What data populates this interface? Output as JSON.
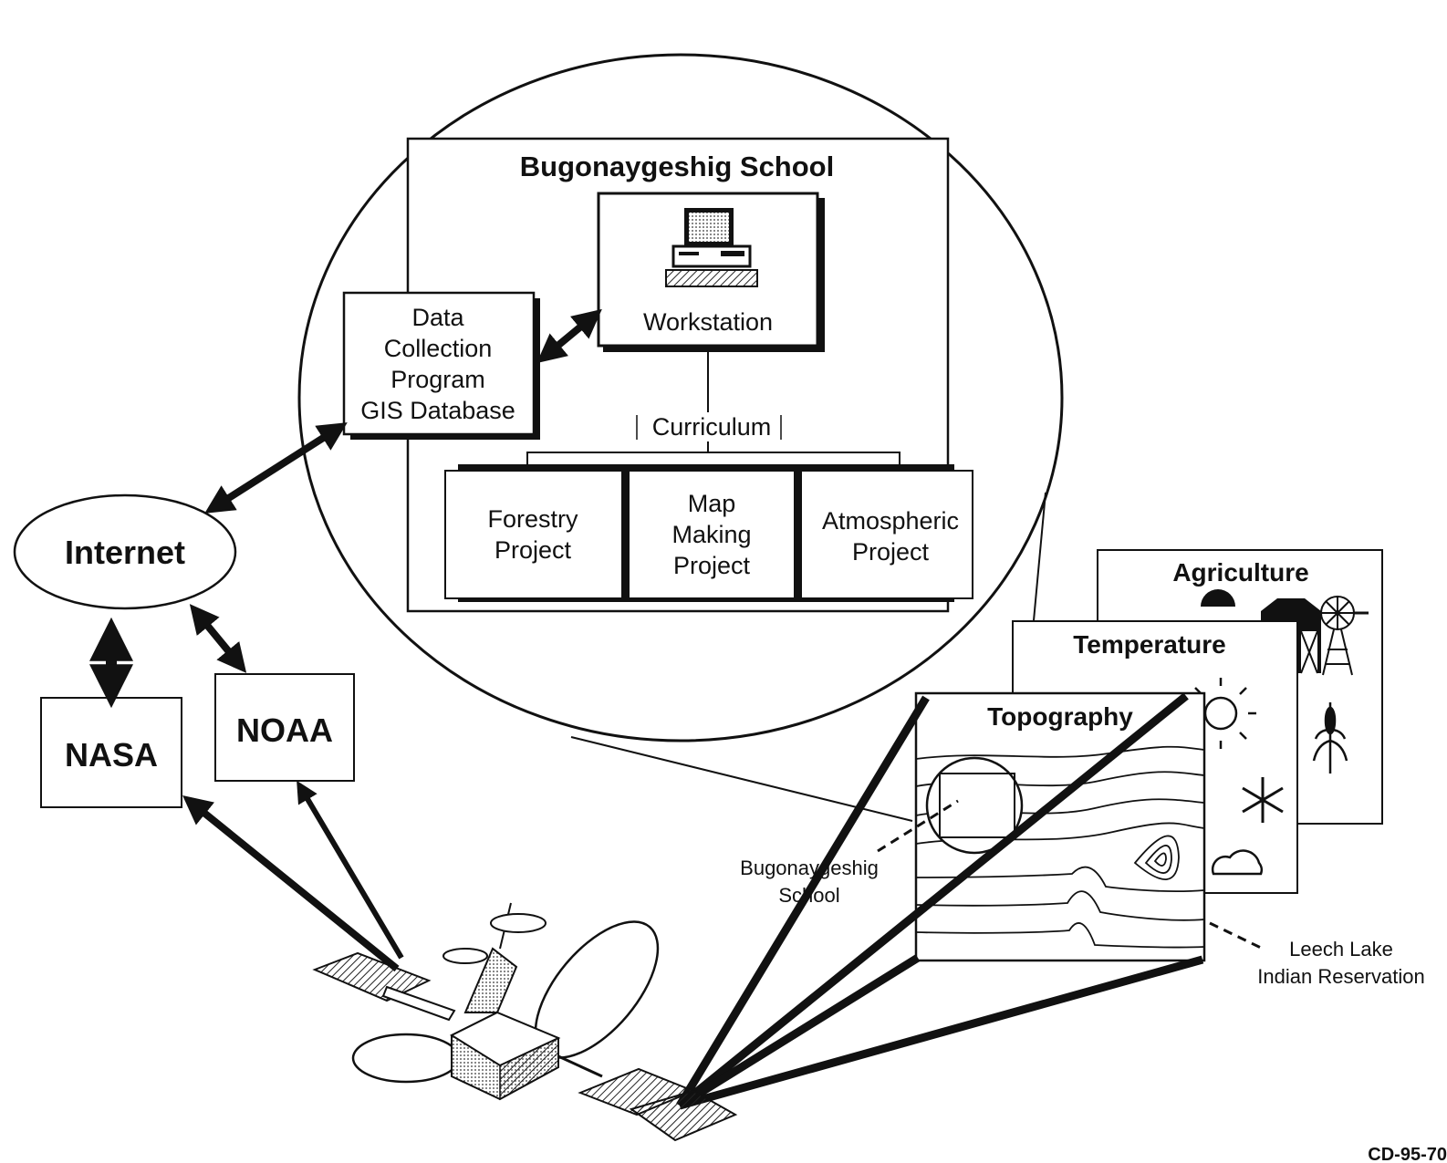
{
  "school": {
    "title": "Bugonaygeshig School",
    "workstation": "Workstation",
    "data_collection": [
      "Data",
      "Collection",
      "Program",
      "GIS Database"
    ],
    "curriculum": "Curriculum",
    "projects": {
      "forestry": [
        "Forestry",
        "Project"
      ],
      "map_making": [
        "Map",
        "Making",
        "Project"
      ],
      "atmospheric": [
        "Atmospheric",
        "Project"
      ]
    }
  },
  "network": {
    "internet": "Internet",
    "nasa": "NASA",
    "noaa": "NOAA"
  },
  "layers": {
    "agriculture": "Agriculture",
    "temperature": "Temperature",
    "topography": "Topography"
  },
  "callouts": {
    "school": [
      "Bugonaygeshig",
      "School"
    ],
    "reservation": [
      "Leech Lake",
      "Indian Reservation"
    ]
  },
  "figure_id": "CD-95-70",
  "icons": [
    "computer-icon",
    "satellite-icon",
    "barn-icon",
    "silo-icon",
    "windmill-icon",
    "corn-icon",
    "sun-icon",
    "snowflake-icon",
    "cloud-icon"
  ]
}
